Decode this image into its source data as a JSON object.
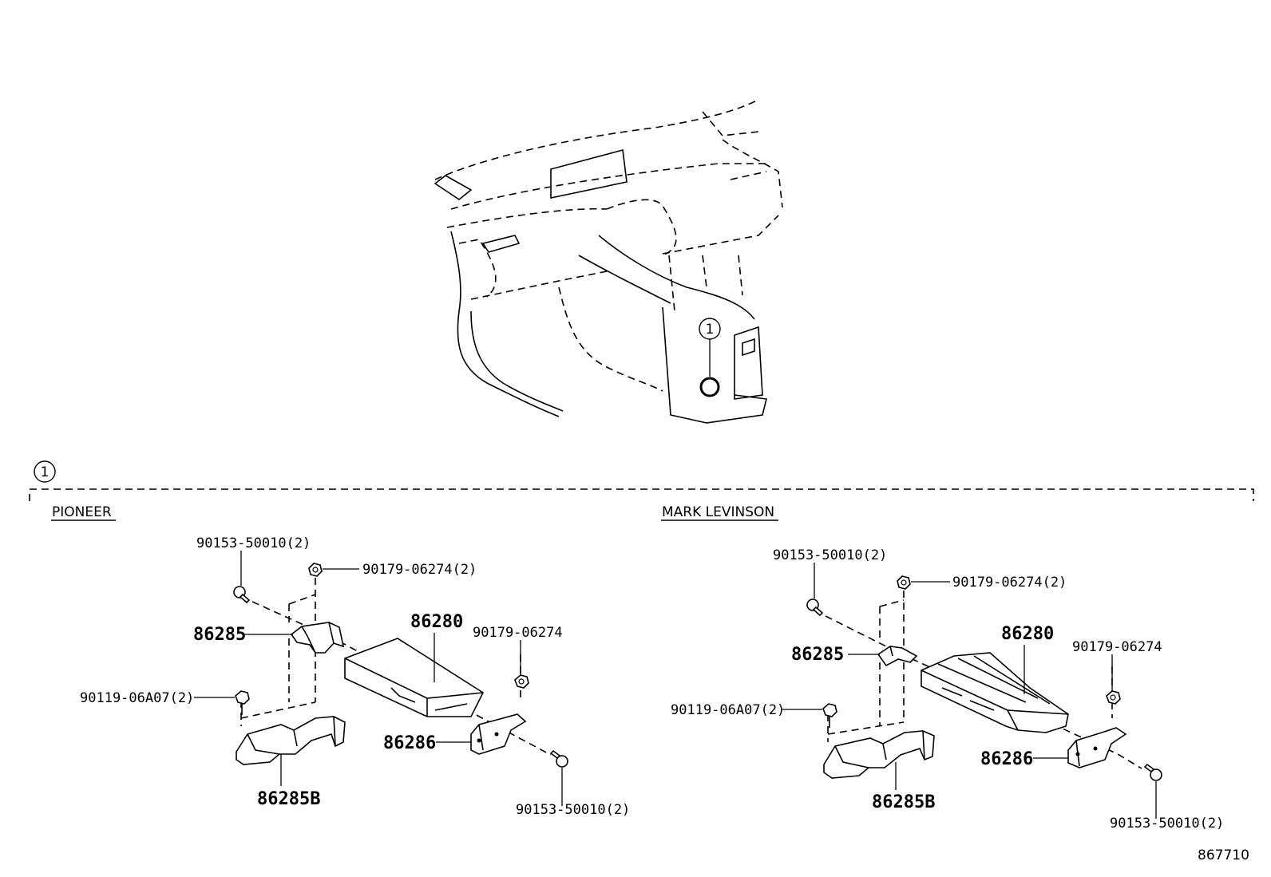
{
  "callout": {
    "number": "1"
  },
  "sections": [
    {
      "title": "PIONEER",
      "labels": {
        "screw_top": "90153-50010(2)",
        "nut_top": "90179-06274(2)",
        "bracket_left": "86285",
        "amplifier": "86280",
        "nut_right": "90179-06274",
        "bolt_left": "90119-06A07(2)",
        "bracket_right": "86286",
        "bracket_bottom": "86285B",
        "screw_bottom": "90153-50010(2)"
      }
    },
    {
      "title": "MARK LEVINSON",
      "labels": {
        "screw_top": "90153-50010(2)",
        "nut_top": "90179-06274(2)",
        "bracket_left": "86285",
        "amplifier": "86280",
        "nut_right": "90179-06274",
        "bolt_left": "90119-06A07(2)",
        "bracket_right": "86286",
        "bracket_bottom": "86285B",
        "screw_bottom": "90153-50010(2)"
      }
    }
  ],
  "diagram_code": "867710"
}
